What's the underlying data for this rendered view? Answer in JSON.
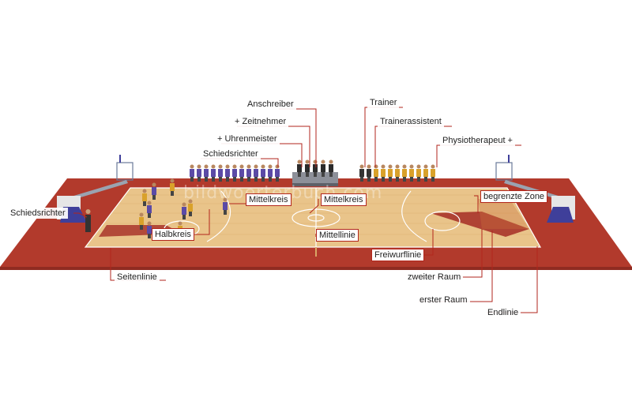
{
  "labels": {
    "anschreiber": "Anschreiber",
    "zeitnehmer": "+ Zeitnehmer",
    "uhrenmeister": "+ Uhrenmeister",
    "schiedsrichter_table": "Schiedsrichter",
    "trainer": "Trainer",
    "trainerassistent": "Trainerassistent",
    "physiotherapeut": "Physiotherapeut +",
    "schiedsrichter_side": "Schiedsrichter",
    "mittelkreis_left": "Mittelkreis",
    "mittelkreis_right": "Mittelkreis",
    "begrenzte_zone": "begrenzte Zone",
    "halbkreis": "Halbkreis",
    "mittellinie": "Mittellinie",
    "freiwurflinie": "Freiwurflinie",
    "seitenlinie": "Seitenlinie",
    "zweiter_raum": "zweiter Raum",
    "erster_raum": "erster Raum",
    "endlinie": "Endlinie"
  },
  "watermark": "bildwoerterbuch.com",
  "colors": {
    "floor_surround": "#b23a2c",
    "court_wood": "#e9c48a",
    "court_wood_dark": "#d9a766",
    "key_paint": "#a8352a",
    "leader_line": "#b2261c",
    "court_line": "#ffffff",
    "team_purple": "#5b4aa6",
    "team_yellow": "#d9a12a"
  }
}
